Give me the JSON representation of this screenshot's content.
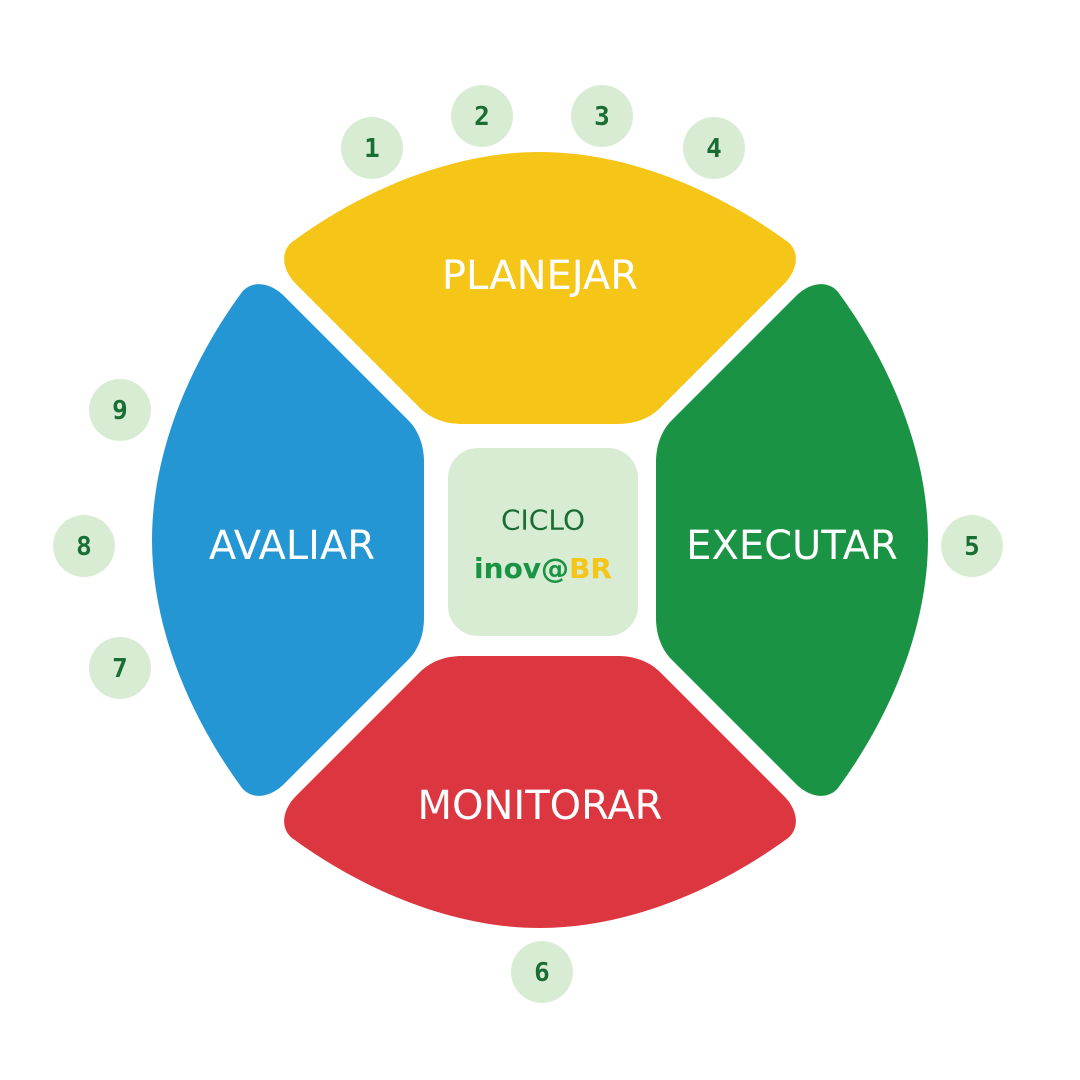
{
  "center": {
    "title": "CICLO",
    "brand_prefix": "inov@",
    "brand_suffix": "BR"
  },
  "phases": {
    "planejar": "PLANEJAR",
    "executar": "EXECUTAR",
    "monitorar": "MONITORAR",
    "avaliar": "AVALIAR"
  },
  "steps": [
    "1",
    "2",
    "3",
    "4",
    "5",
    "6",
    "7",
    "8",
    "9"
  ],
  "colors": {
    "planejar": "#f5c518",
    "executar": "#1a9444",
    "monitorar": "#dc3640",
    "avaliar": "#2596d4",
    "center_bg": "#d8ecd4",
    "step_bg": "#d8ecd4",
    "text_green": "#1a6e35",
    "brand_yellow": "#f5c518"
  }
}
